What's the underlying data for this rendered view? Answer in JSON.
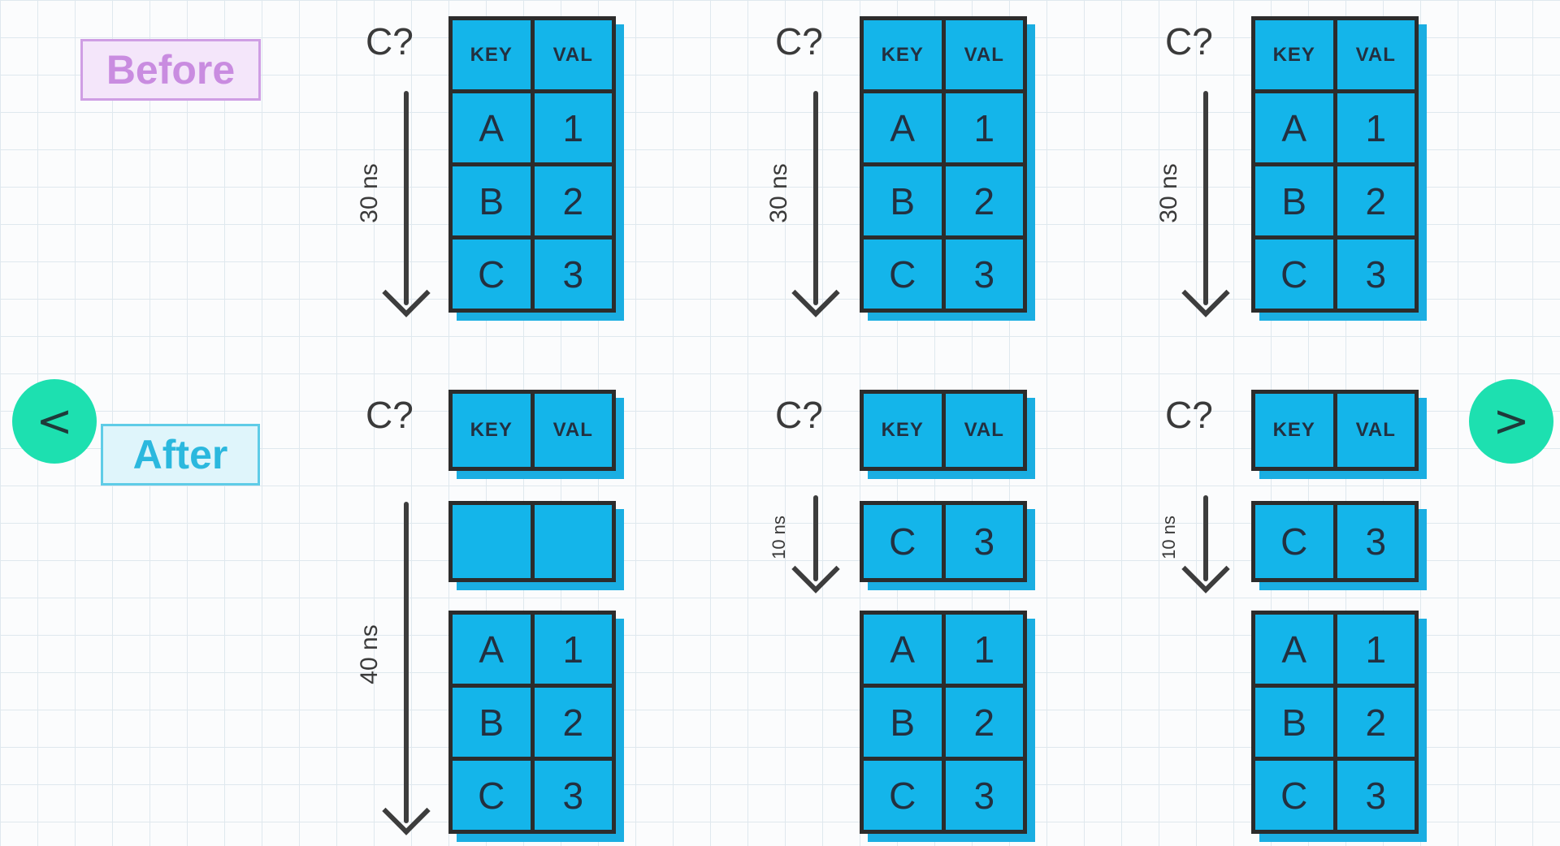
{
  "labels": {
    "before": "Before",
    "after": "After"
  },
  "nav": {
    "prev": "<",
    "next": ">"
  },
  "table_headers": {
    "key": "KEY",
    "val": "VAL"
  },
  "columns": [
    {
      "before": {
        "query": "C?",
        "time": "30 ns",
        "rows": [
          [
            "A",
            "1"
          ],
          [
            "B",
            "2"
          ],
          [
            "C",
            "3"
          ]
        ]
      },
      "after": {
        "query": "C?",
        "time": "40 ns",
        "cache_rows": [
          [
            "",
            ""
          ]
        ],
        "rows": [
          [
            "A",
            "1"
          ],
          [
            "B",
            "2"
          ],
          [
            "C",
            "3"
          ]
        ]
      }
    },
    {
      "before": {
        "query": "C?",
        "time": "30 ns",
        "rows": [
          [
            "A",
            "1"
          ],
          [
            "B",
            "2"
          ],
          [
            "C",
            "3"
          ]
        ]
      },
      "after": {
        "query": "C?",
        "time": "10 ns",
        "cache_rows": [
          [
            "C",
            "3"
          ]
        ],
        "rows": [
          [
            "A",
            "1"
          ],
          [
            "B",
            "2"
          ],
          [
            "C",
            "3"
          ]
        ]
      }
    },
    {
      "before": {
        "query": "C?",
        "time": "30 ns",
        "rows": [
          [
            "A",
            "1"
          ],
          [
            "B",
            "2"
          ],
          [
            "C",
            "3"
          ]
        ]
      },
      "after": {
        "query": "C?",
        "time": "10 ns",
        "cache_rows": [
          [
            "C",
            "3"
          ]
        ],
        "rows": [
          [
            "A",
            "1"
          ],
          [
            "B",
            "2"
          ],
          [
            "C",
            "3"
          ]
        ]
      }
    }
  ],
  "colors": {
    "cell_fill": "#14b5ea",
    "cell_border": "#2c2c2c",
    "arrow": "#3d3d3d",
    "nav_button": "#1de0b0",
    "before_label": "#c98ce0",
    "after_label": "#2bb8de"
  }
}
